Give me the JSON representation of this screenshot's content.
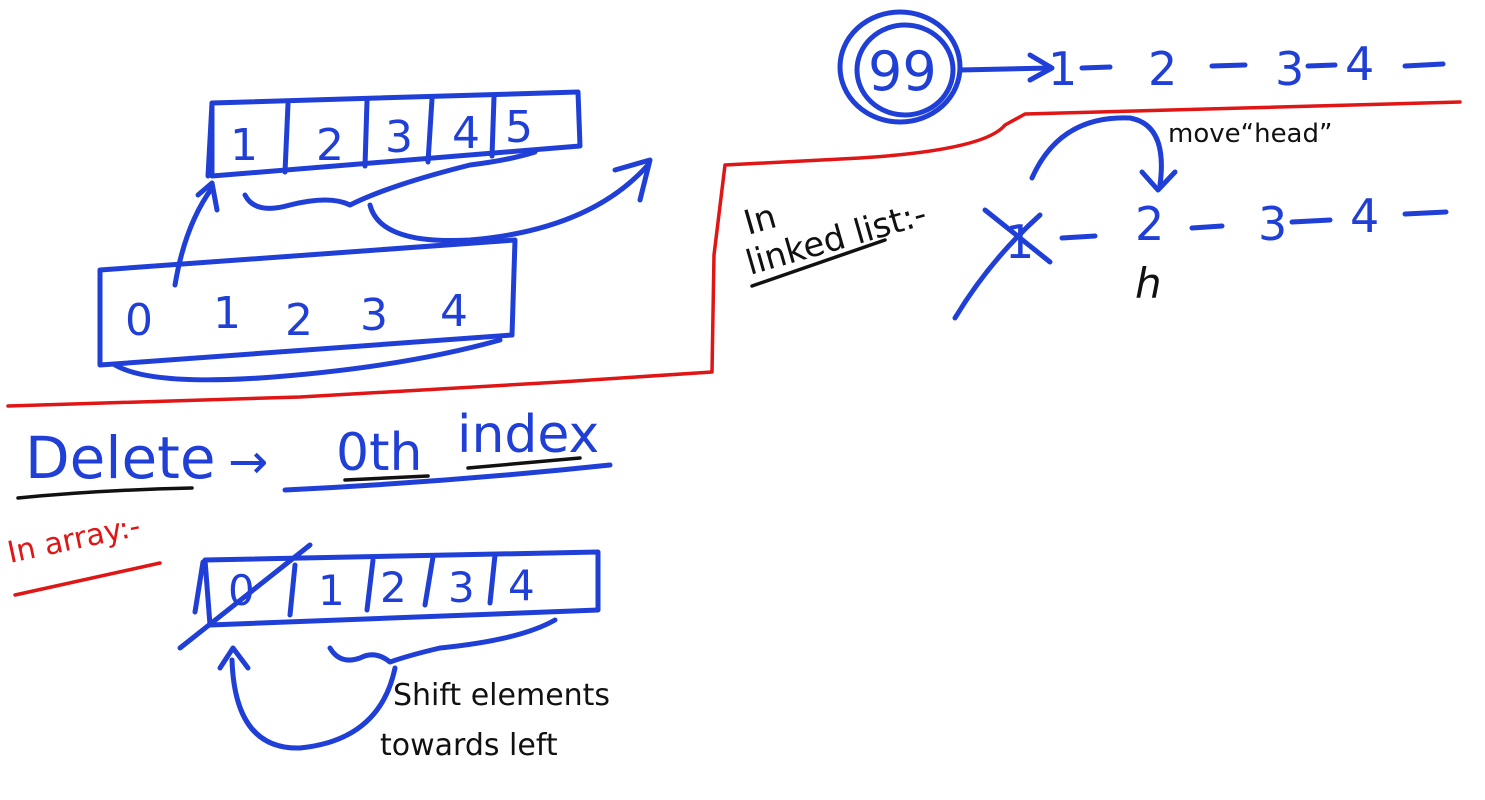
{
  "colors": {
    "blue_ink": "#1f3fd6",
    "black_ink": "#111111",
    "red_ink": "#e01515",
    "background": "#ffffff"
  },
  "top_array": {
    "cells": [
      "1",
      "2",
      "3",
      "4",
      "5"
    ]
  },
  "bottom_array": {
    "cells": [
      "0",
      "1",
      "2",
      "3",
      "4"
    ]
  },
  "heading": {
    "word1": "Delete",
    "arrow": "→",
    "word2": "0th",
    "word3": "index"
  },
  "array_section": {
    "label": "In array:-",
    "cells": [
      "0",
      "1",
      "2",
      "3",
      "4"
    ],
    "note_line1": "Shift elements",
    "note_line2": "towards left"
  },
  "linked_list_section": {
    "label_line1": "In",
    "label_line2": "linked list:-",
    "new_head": "99",
    "top_nodes": [
      "1",
      "2",
      "3",
      "4"
    ],
    "bottom_nodes": [
      "1",
      "2",
      "3",
      "4"
    ],
    "head_pointer": "h",
    "move_note": "move“head”"
  }
}
